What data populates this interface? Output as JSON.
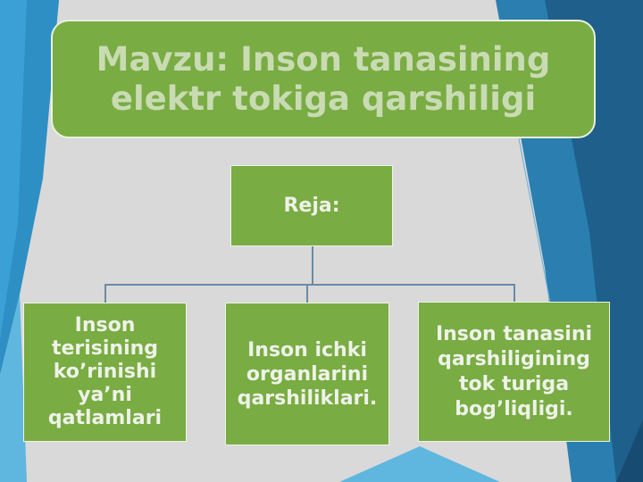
{
  "slide": {
    "title": "Mavzu: Inson tanasining elektr tokiga qarshiligi",
    "plan_label": "Reja:",
    "items": [
      {
        "text": "Inson terisining ko’rinishi ya’ni qatlamlari"
      },
      {
        "text": "Inson ichki organlarini qarshiliklari."
      },
      {
        "text": "Inson tanasini qarshiligining tok turiga bog’liqligi."
      }
    ]
  },
  "colors": {
    "box_green": "#79ac43",
    "background_gray": "#d9d9d9",
    "accent_blue": "#2e7fb8",
    "dark_blue": "#1f4e79"
  }
}
